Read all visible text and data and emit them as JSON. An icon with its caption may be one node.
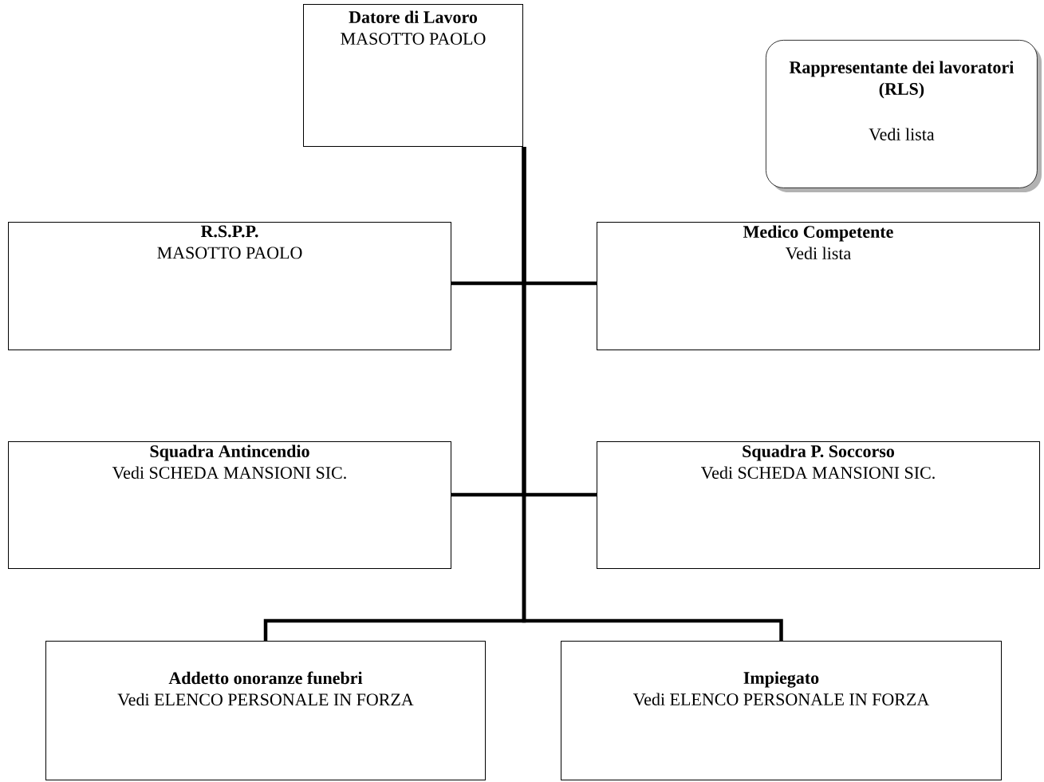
{
  "diagram": {
    "nodes": [
      {
        "text": [
          "Datore di Lavoro",
          "MASOTTO PAOLO"
        ]
      },
      {
        "text": [
          "Rappresentante dei lavoratori (RLS)",
          "Vedi lista"
        ]
      },
      {
        "text": [
          "R.S.P.P.",
          "MASOTTO PAOLO"
        ]
      },
      {
        "text": [
          "Medico Competente",
          "Vedi lista"
        ]
      },
      {
        "text": [
          "Squadra Antincendio",
          "Vedi SCHEDA MANSIONI SIC."
        ]
      },
      {
        "text": [
          "Squadra P. Soccorso",
          "Vedi SCHEDA MANSIONI SIC."
        ]
      },
      {
        "text": [
          "Addetto onoranze funebri",
          "Vedi ELENCO PERSONALE IN FORZA"
        ]
      },
      {
        "text": [
          "Impiegato",
          "Vedi ELENCO PERSONALE IN FORZA"
        ]
      }
    ],
    "edges": [
      {
        "from": 0,
        "to": 2,
        "arrow": "none"
      },
      {
        "from": 0,
        "to": 3,
        "arrow": "none"
      },
      {
        "from": 0,
        "to": 4,
        "arrow": "none"
      },
      {
        "from": 0,
        "to": 5,
        "arrow": "none"
      },
      {
        "from": 0,
        "to": 6,
        "arrow": "none"
      },
      {
        "from": 0,
        "to": 7,
        "arrow": "none"
      }
    ]
  }
}
